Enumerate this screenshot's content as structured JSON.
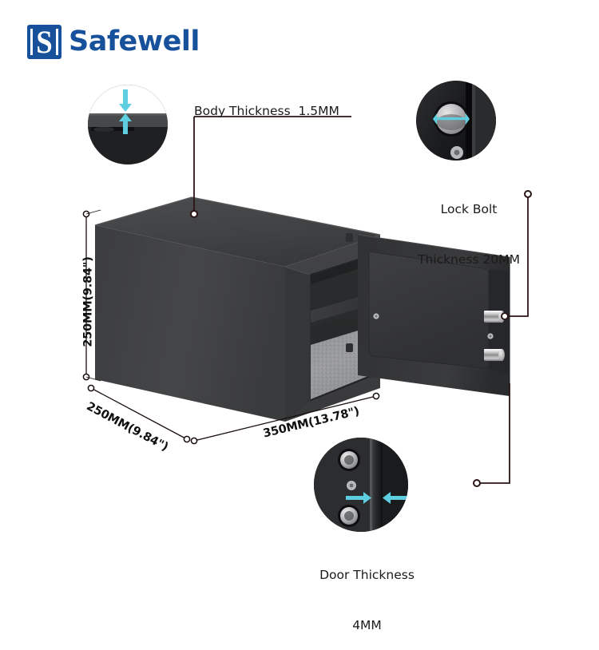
{
  "brand": {
    "name": "Safewell",
    "mark_letter": "S",
    "color": "#17509b"
  },
  "product": {
    "type": "electronic-safe-box",
    "body_color": "#3a3b3d",
    "accent_color": "#5ecfe0",
    "callout_line_color": "#2b1414"
  },
  "callouts": [
    {
      "id": "body-thickness",
      "label": "Body Thickness  1.5MM",
      "lines": [
        "Body Thickness  1.5MM"
      ],
      "detail": "body-thickness-detail",
      "arrow_hint": "two vertical cyan arrows"
    },
    {
      "id": "lock-bolt-thickness",
      "label": "Lock Bolt Thickness 20MM",
      "lines": [
        "Lock Bolt",
        "Thickness 20MM"
      ],
      "detail": "lock-bolt-detail",
      "arrow_hint": "horizontal cyan double arrow"
    },
    {
      "id": "door-thickness",
      "label": "Door Thickness 4MM",
      "lines": [
        "Door Thickness",
        "4MM"
      ],
      "detail": "door-thickness-detail",
      "arrow_hint": "two opposing horizontal cyan arrows"
    }
  ],
  "dimensions": {
    "height": "250MM(9.84\")",
    "depth": "250MM(9.84\")",
    "width": "350MM(13.78\")"
  }
}
